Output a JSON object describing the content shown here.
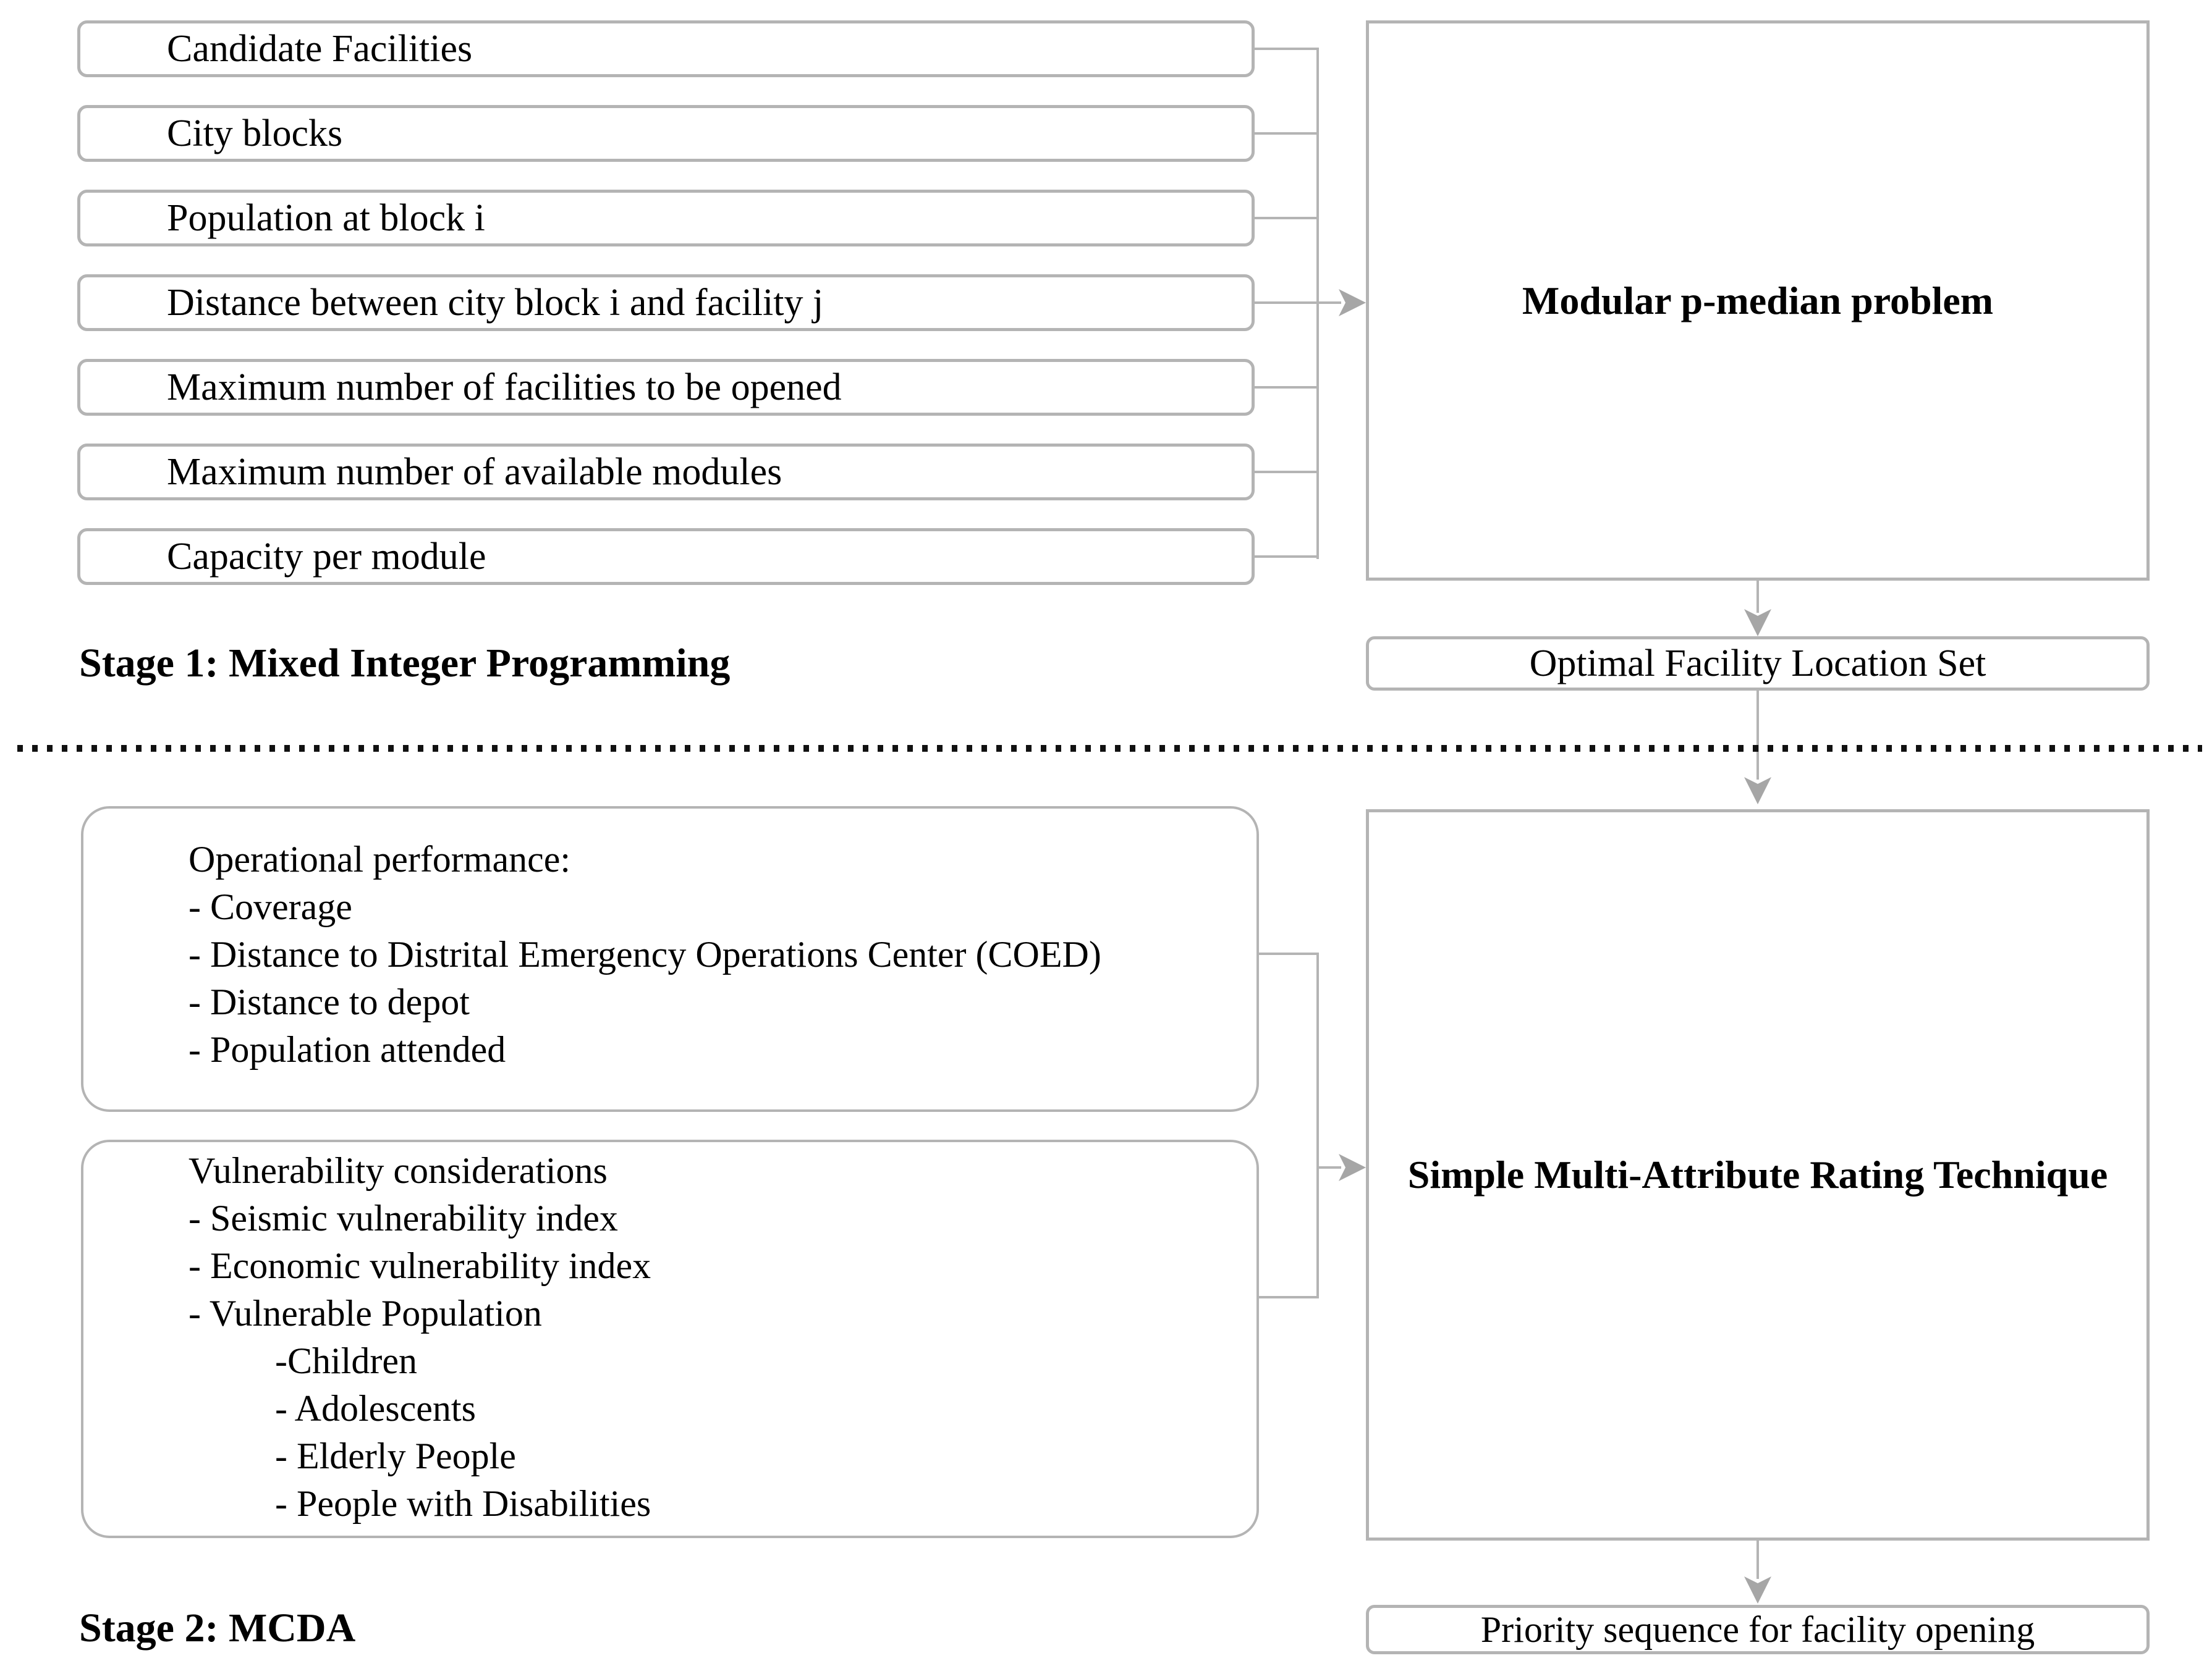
{
  "diagram": {
    "stage1": {
      "heading": "Stage 1: Mixed Integer Programming",
      "inputs": [
        "Candidate Facilities",
        "City blocks",
        "Population at block i",
        "Distance between city block i and facility j",
        "Maximum number of facilities to be opened",
        "Maximum number of available modules",
        "Capacity per module"
      ],
      "process": "Modular p-median problem",
      "output": "Optimal Facility Location Set"
    },
    "stage2": {
      "heading": "Stage 2: MCDA",
      "groups": [
        {
          "title": "Operational performance:",
          "items": [
            "- Coverage",
            "- Distance to Distrital Emergency Operations Center (COED)",
            "- Distance to depot",
            "- Population attended"
          ]
        },
        {
          "title": "Vulnerability considerations",
          "items": [
            "- Seismic vulnerability index",
            "- Economic vulnerability index",
            "- Vulnerable Population"
          ],
          "subitems": [
            "-Children",
            "- Adolescents",
            "- Elderly People",
            "- People with Disabilities"
          ]
        }
      ],
      "process": "Simple Multi-Attribute Rating Technique",
      "output": "Priority sequence for facility opening"
    },
    "colors": {
      "line": "#b4b4b4",
      "arrow": "#a6a6a6",
      "text": "#000000",
      "dots": "#111111",
      "background": "#ffffff"
    }
  }
}
